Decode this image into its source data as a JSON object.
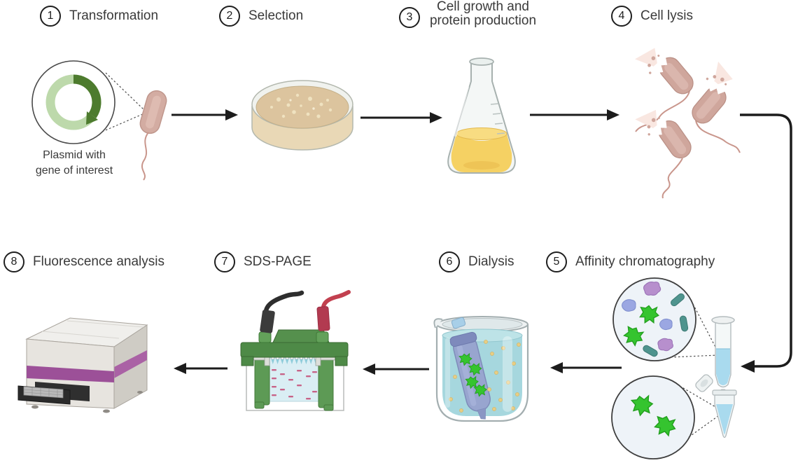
{
  "workflow": {
    "steps": [
      {
        "number": "1",
        "label": "Transformation",
        "icon": "plasmid-with-bacterium"
      },
      {
        "number": "2",
        "label": "Selection",
        "icon": "agar-plate-with-colonies"
      },
      {
        "number": "3",
        "label": "Cell growth and protein production",
        "label_line1": "Cell growth and",
        "label_line2": "protein production",
        "icon": "erlenmeyer-flask-with-culture"
      },
      {
        "number": "4",
        "label": "Cell lysis",
        "icon": "lysed-bacteria"
      },
      {
        "number": "5",
        "label": "Affinity chromatography",
        "icon": "affinity-column-with-protein-circles"
      },
      {
        "number": "6",
        "label": "Dialysis",
        "icon": "beaker-with-dialysis-tubing"
      },
      {
        "number": "7",
        "label": "SDS-PAGE",
        "icon": "gel-electrophoresis-tank"
      },
      {
        "number": "8",
        "label": "Fluorescence analysis",
        "icon": "microplate-reader"
      }
    ],
    "annotations": {
      "plasmid_caption_line1": "Plasmid with",
      "plasmid_caption_line2": "gene of interest"
    },
    "arrows": [
      "1→2",
      "2→3",
      "3→4",
      "4→5",
      "5→6",
      "6→7",
      "7→8"
    ],
    "colors": {
      "background": "#ffffff",
      "arrow": "#1c1c1c",
      "text": "#3a3a3a",
      "step_circle_border": "#1f1f1f",
      "plasmid_ring_light": "#bdd9ab",
      "gene_arrow_green": "#4d7b2e",
      "bacterium_pink": "#cfa69c",
      "agar_tan": "#dcc49e",
      "flask_liquid_yellow": "#f5d163",
      "gfp_green": "#35c42f",
      "protein_purple": "#b78fcd",
      "protein_blue": "#9ba7e2",
      "protein_teal": "#4f948e",
      "column_liquid_blue": "#a9daee",
      "beaker_liquid": "#a6d7de",
      "dialysis_bag": "#98a5cf",
      "gel_tank_green": "#4e8a47",
      "gel_band_pink": "#c6557d",
      "reader_stripe_purple": "#9c5098"
    }
  }
}
